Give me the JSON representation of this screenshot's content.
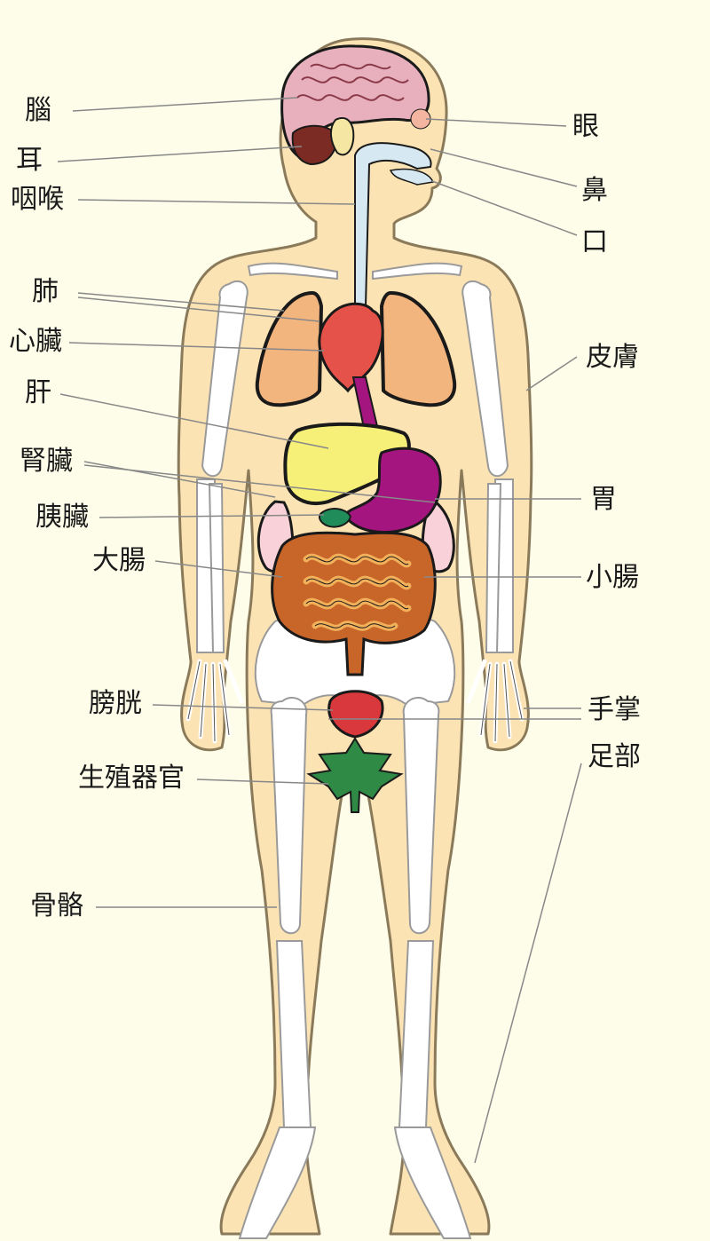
{
  "colors": {
    "background": "#fdfde9",
    "skin": "#fbe3b4",
    "outline": "#1a1a1a",
    "bone": "#ffffff",
    "brain": "#e8b0bc",
    "lung": "#f3b57e",
    "heart": "#e5524a",
    "liver": "#f6f079",
    "stomach": "#a5157f",
    "kidney": "#f8d2d8",
    "pancreas": "#1f8c5a",
    "intestine": "#c8662a",
    "bladder": "#d9383c",
    "genital": "#2e8a45",
    "airway": "#d6e8f2",
    "leader_line": "#777777"
  },
  "labels": {
    "brain": "腦",
    "ear": "耳",
    "throat": "咽喉",
    "lung": "肺",
    "heart": "心臟",
    "liver": "肝",
    "kidney": "腎臟",
    "pancreas": "胰臟",
    "large_intestine": "大腸",
    "bladder": "膀胱",
    "genitals": "生殖器官",
    "bone": "骨骼",
    "eye": "眼",
    "nose": "鼻",
    "mouth": "口",
    "skin": "皮膚",
    "stomach": "胃",
    "small_intestine": "小腸",
    "palm": "手掌",
    "foot": "足部"
  }
}
